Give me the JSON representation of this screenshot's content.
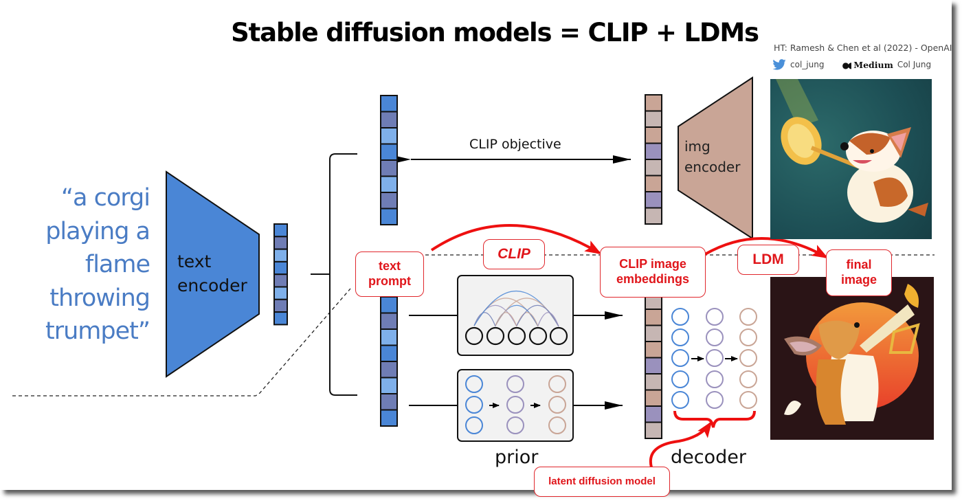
{
  "title": "Stable diffusion models = CLIP + LDMs",
  "credit": "HT: Ramesh & Chen et al (2022) - OpenAI",
  "social": {
    "twitter_icon": "twitter-bird-icon",
    "twitter_handle": "col_jung",
    "medium_icon": "medium-logo-icon",
    "medium_label": "Medium",
    "medium_author": "Col Jung"
  },
  "prompt_quote": [
    "“a corgi",
    "playing a",
    "flame",
    "throwing",
    "trumpet”"
  ],
  "labels": {
    "text_encoder": [
      "text",
      "encoder"
    ],
    "img_encoder": [
      "img",
      "encoder"
    ],
    "clip_objective": "CLIP objective",
    "prior": "prior",
    "decoder": "decoder"
  },
  "annotations": {
    "text_prompt": [
      "text",
      "prompt"
    ],
    "clip": "CLIP",
    "clip_image_embeddings": [
      "CLIP image",
      "embeddings"
    ],
    "ldm": "LDM",
    "final_image": [
      "final",
      "image"
    ],
    "latent_diffusion_model": "latent diffusion model"
  },
  "images": {
    "top": "corgi playing flaming trumpet on teal background",
    "bottom": "corgi playing trumpet in front of orange sun on dark background"
  },
  "colors": {
    "blue": "#4a86d6",
    "blue_mid": "#6f7db5",
    "blue_light": "#7fb0ea",
    "tan": "#c9a596",
    "tan_light": "#c6b6b3",
    "lilac": "#9a91bd",
    "accent_red": "#e8161b",
    "quote_blue": "#4a7cc4"
  }
}
